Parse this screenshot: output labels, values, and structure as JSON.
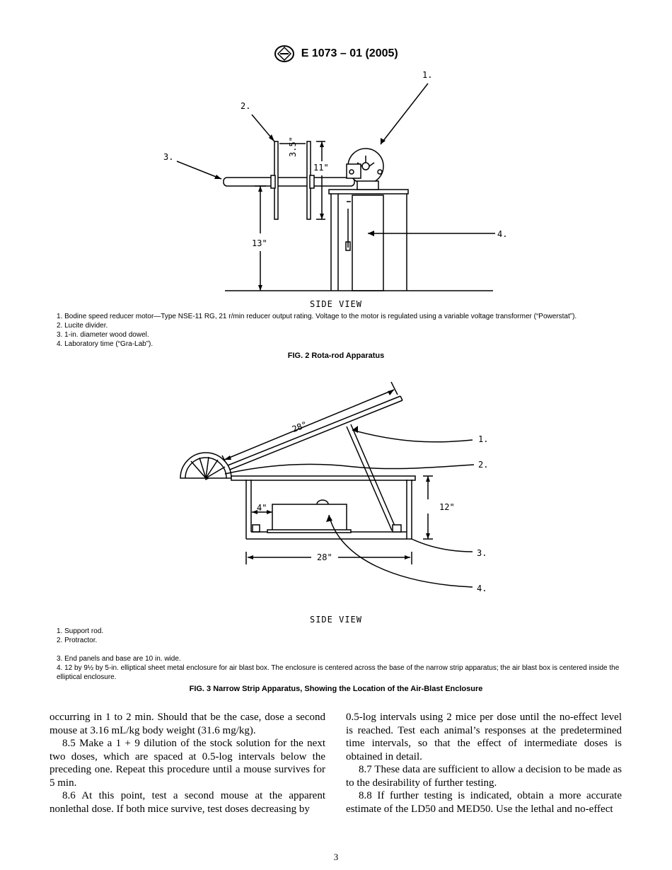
{
  "header": {
    "designation": "E 1073 – 01 (2005)",
    "logo_icon": "astm-logo-icon"
  },
  "fig2": {
    "labels": [
      "1.",
      "2.",
      "3.",
      "4."
    ],
    "dims": [
      "3.5\"",
      "11\"",
      "13\""
    ],
    "side_view": "SIDE VIEW",
    "legend": [
      "1.  Bodine speed reducer motor—Type NSE-11 RG, 21 r/min reducer output rating. Voltage to the motor is regulated using a variable voltage transformer (“Powerstat”).",
      "2.  Lucite divider.",
      "3.  1-in. diameter wood dowel.",
      "4.  Laboratory time (“Gra-Lab”)."
    ],
    "title": "FIG. 2 Rota-rod Apparatus"
  },
  "fig3": {
    "labels": [
      "1.",
      "2.",
      "3.",
      "4."
    ],
    "dims": [
      "28\"",
      "12\"",
      "4\"",
      "28\""
    ],
    "side_view": "SIDE VIEW",
    "legend_a": [
      "1.  Support rod.",
      "2.  Protractor."
    ],
    "legend_b": [
      "3.  End panels and base are 10 in. wide.",
      "4.  12 by 9½ by 5-in. elliptical sheet metal enclosure for air blast box. The enclosure is centered across the base of the narrow strip apparatus; the air blast box is centered inside the elliptical enclosure."
    ],
    "title": "FIG. 3 Narrow Strip Apparatus, Showing the Location of the Air-Blast Enclosure"
  },
  "body": {
    "left": [
      "occurring in 1 to 2 min. Should that be the case, dose a second mouse at 3.16 mL/kg body weight (31.6 mg/kg).",
      "8.5  Make a 1 + 9 dilution of the stock solution for the next two doses, which are spaced at 0.5-log intervals below the preceding one. Repeat this procedure until a mouse survives for 5 min.",
      "8.6  At this point, test a second mouse at the apparent nonlethal dose. If both mice survive, test doses decreasing by"
    ],
    "right": [
      "0.5-log intervals using 2 mice per dose until the no-effect level is reached. Test each animal’s responses at the predetermined time intervals, so that the effect of intermediate doses is obtained in detail.",
      "8.7  These data are sufficient to allow a decision to be made as to the desirability of further testing.",
      "8.8  If further testing is indicated, obtain a more accurate estimate of the LD50 and MED50. Use the lethal and no-effect"
    ]
  },
  "page_number": "3"
}
